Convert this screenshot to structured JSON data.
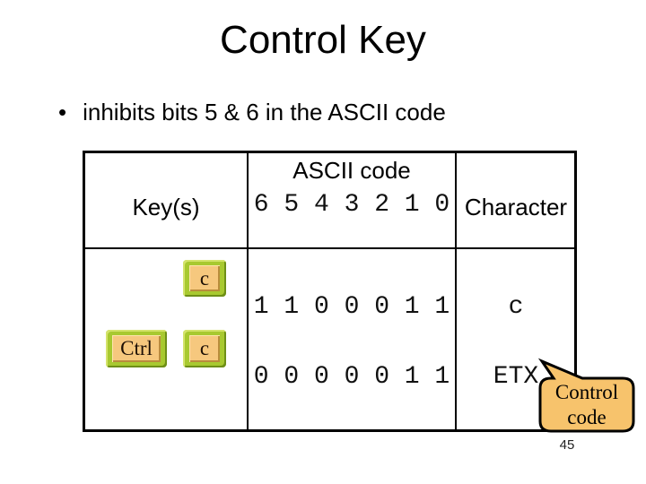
{
  "slide": {
    "title": "Control Key",
    "bullet_glyph": "•",
    "bullet_text": "inhibits bits 5 & 6 in the ASCII code",
    "page_number": "45"
  },
  "table": {
    "header": {
      "keys_label": "Key(s)",
      "ascii_label": "ASCII code",
      "bit_positions": "6 5 4 3 2 1 0",
      "character_label": "Character"
    },
    "rows": [
      {
        "keys": [
          "c"
        ],
        "bits": "1 1 0 0 0 1 1",
        "character": "c"
      },
      {
        "keys": [
          "Ctrl",
          "c"
        ],
        "bits": "0 0 0 0 0 1 1",
        "character": "ETX"
      }
    ]
  },
  "callout": {
    "line1": "Control",
    "line2": "code"
  },
  "colors": {
    "key_frame_green": "#a8c930",
    "key_face_tan": "#f6c87e",
    "callout_fill": "#f7c36c",
    "line_black": "#000000",
    "background": "#ffffff"
  }
}
